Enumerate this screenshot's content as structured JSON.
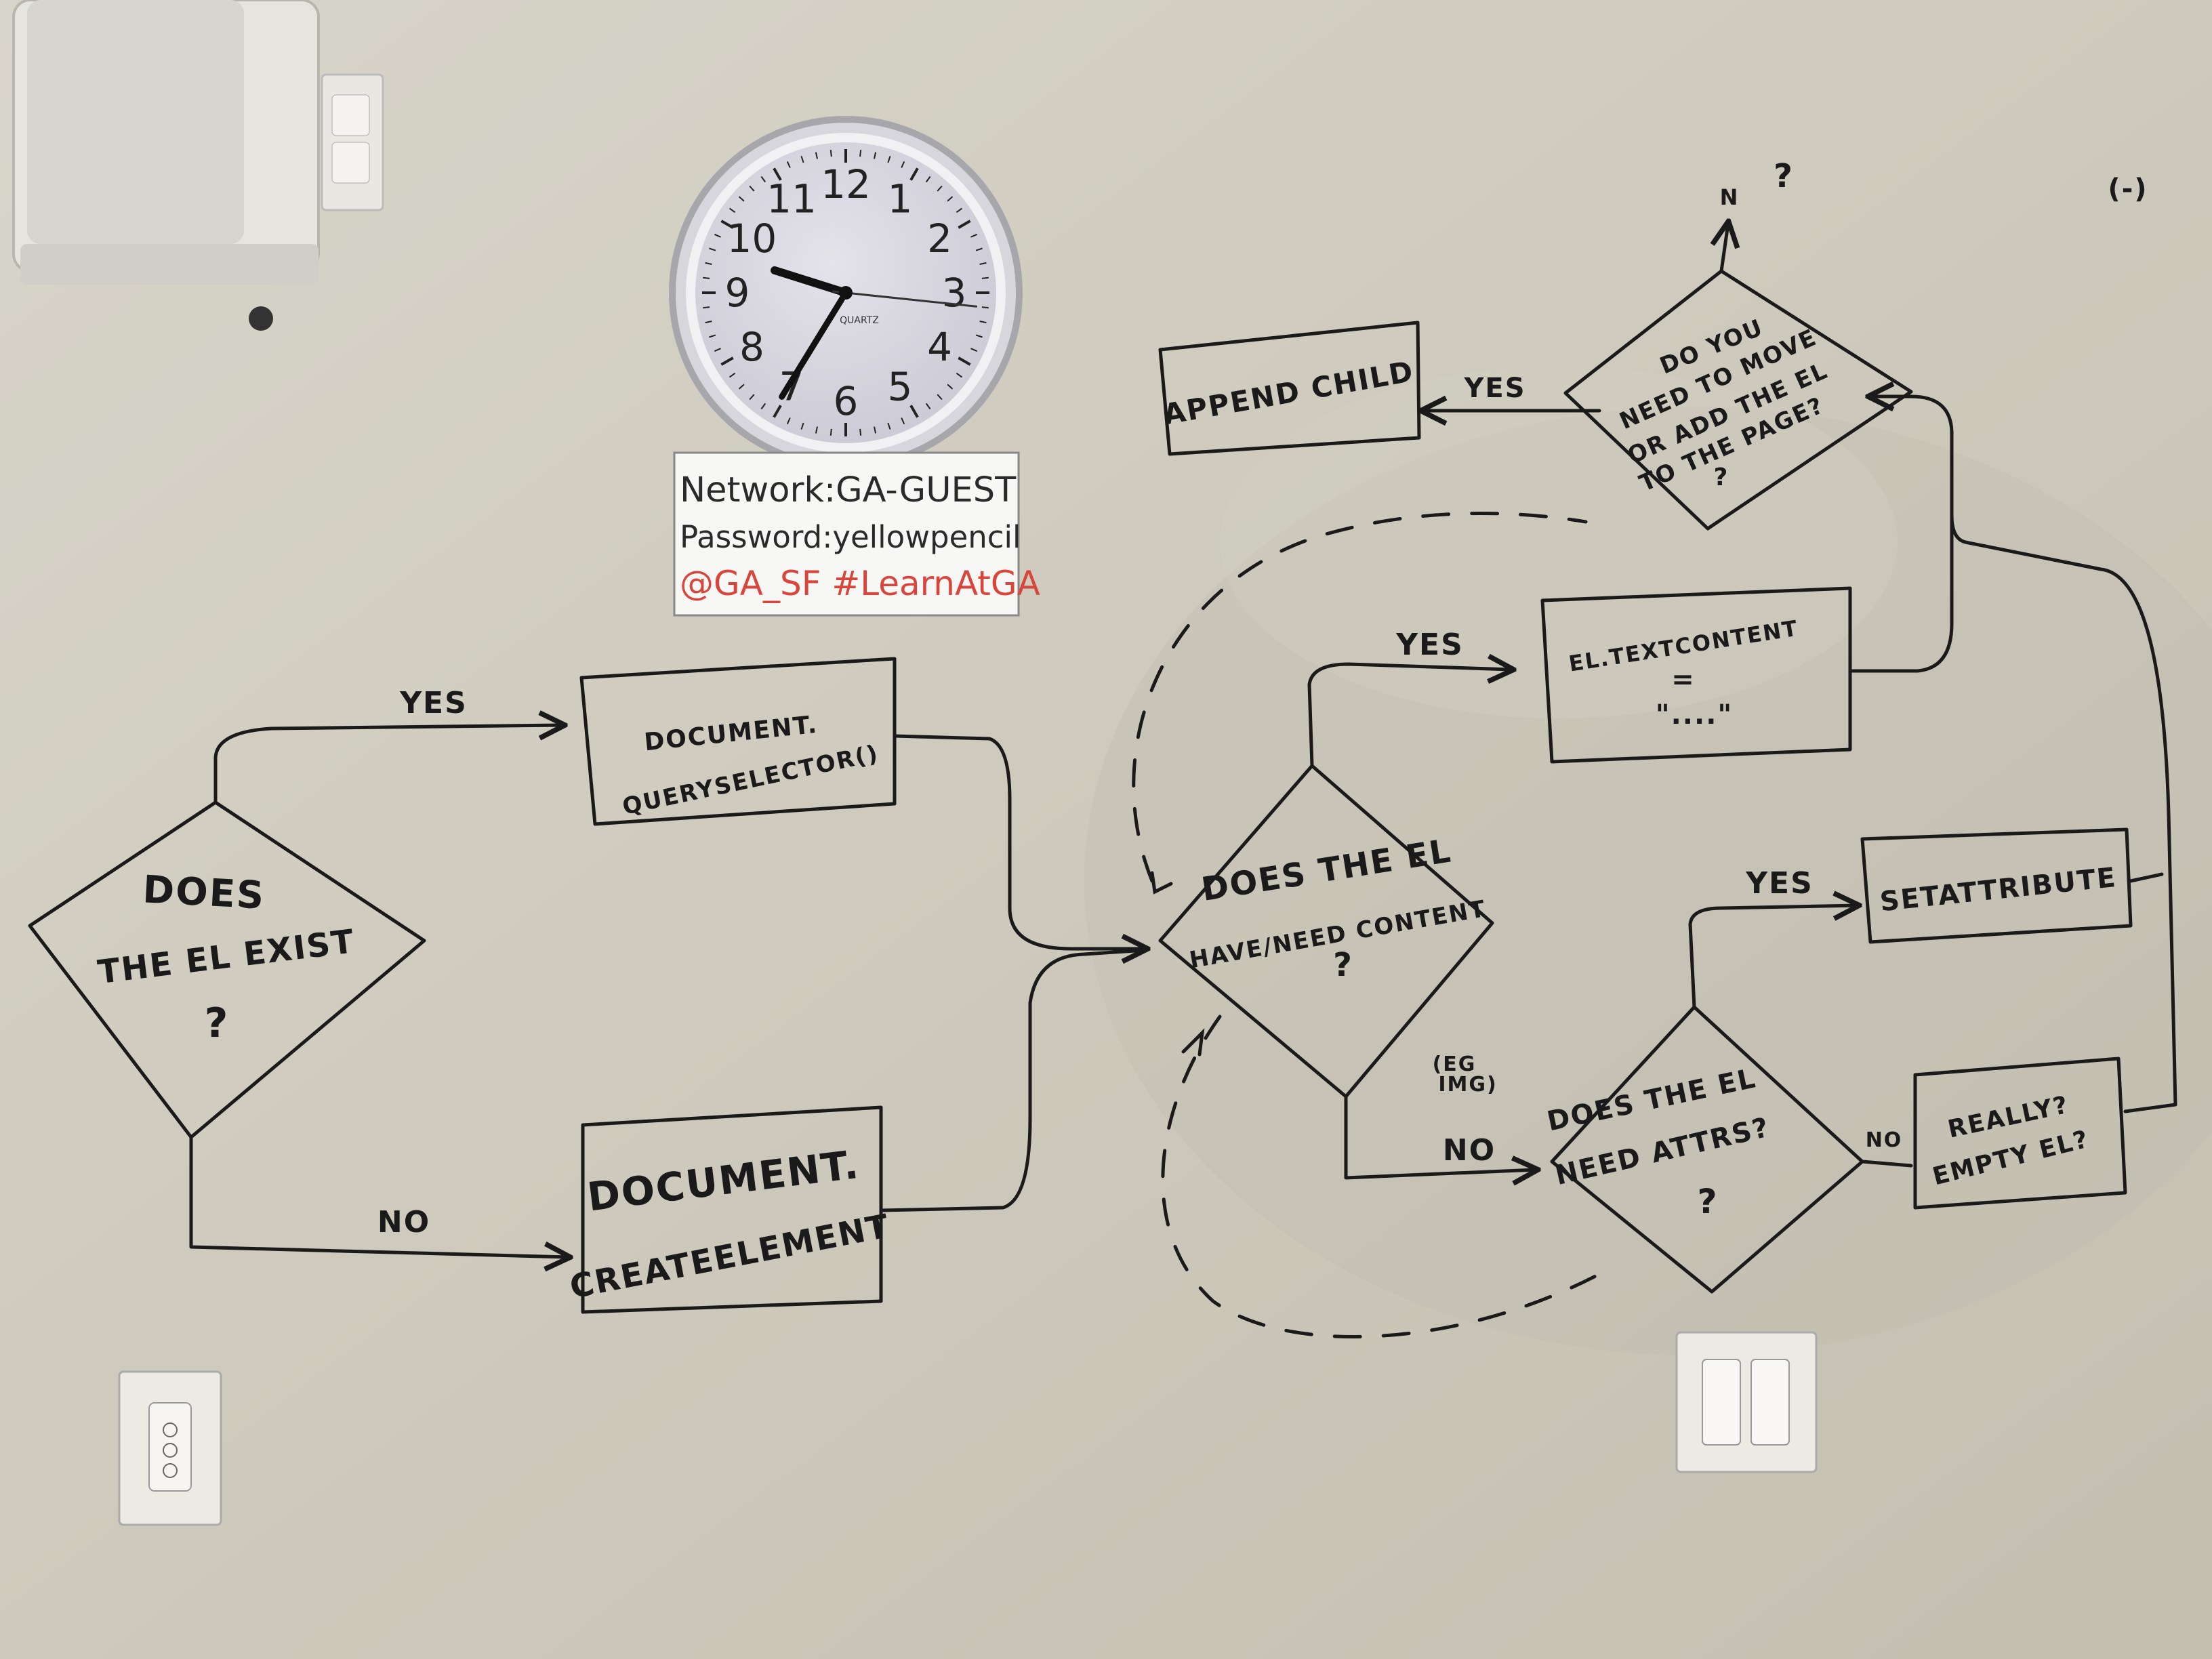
{
  "clock": {
    "numerals": [
      "12",
      "1",
      "2",
      "3",
      "4",
      "5",
      "6",
      "7",
      "8",
      "9",
      "10",
      "11"
    ],
    "brand": "QUARTZ",
    "hour": 9,
    "minute": 35,
    "second": 16
  },
  "wifi_sign": {
    "network": "Network:GA-GUEST",
    "password": "Password:yellowpencil",
    "social": "@GA_SF #LearnAtGA",
    "social_color": "#d9453b"
  },
  "flowchart": {
    "decision_exists": [
      "DOES",
      "THE EL EXIST",
      "?"
    ],
    "yes_1": "YES",
    "no_1": "NO",
    "query_selector": [
      "DOCUMENT.",
      "QUERYSELECTOR()"
    ],
    "create_element": [
      "DOCUMENT.",
      "CREATEELEMENT"
    ],
    "decision_content": [
      "DOES THE EL",
      "HAVE/NEED CONTENT",
      "?"
    ],
    "yes_2": "YES",
    "no_2": "NO",
    "eg_img": [
      "(EG",
      "IMG)"
    ],
    "text_content": [
      "EL.TEXTCONTENT",
      "=",
      "\"....\""
    ],
    "decision_attrs": [
      "DOES THE EL",
      "NEED ATTRS?",
      "?"
    ],
    "yes_3": "YES",
    "no_3": "NO",
    "set_attribute": "SETATTRIBUTE",
    "really_empty": [
      "REALLY?",
      "EMPTY EL?"
    ],
    "decision_append": [
      "DO YOU",
      "NEED TO MOVE",
      "OR ADD THE EL",
      "TO THE PAGE?",
      "?"
    ],
    "yes_4": "YES",
    "append_child": "APPEND CHILD",
    "n_label": "N",
    "q_top": "?",
    "corner_mark": "(-)"
  }
}
